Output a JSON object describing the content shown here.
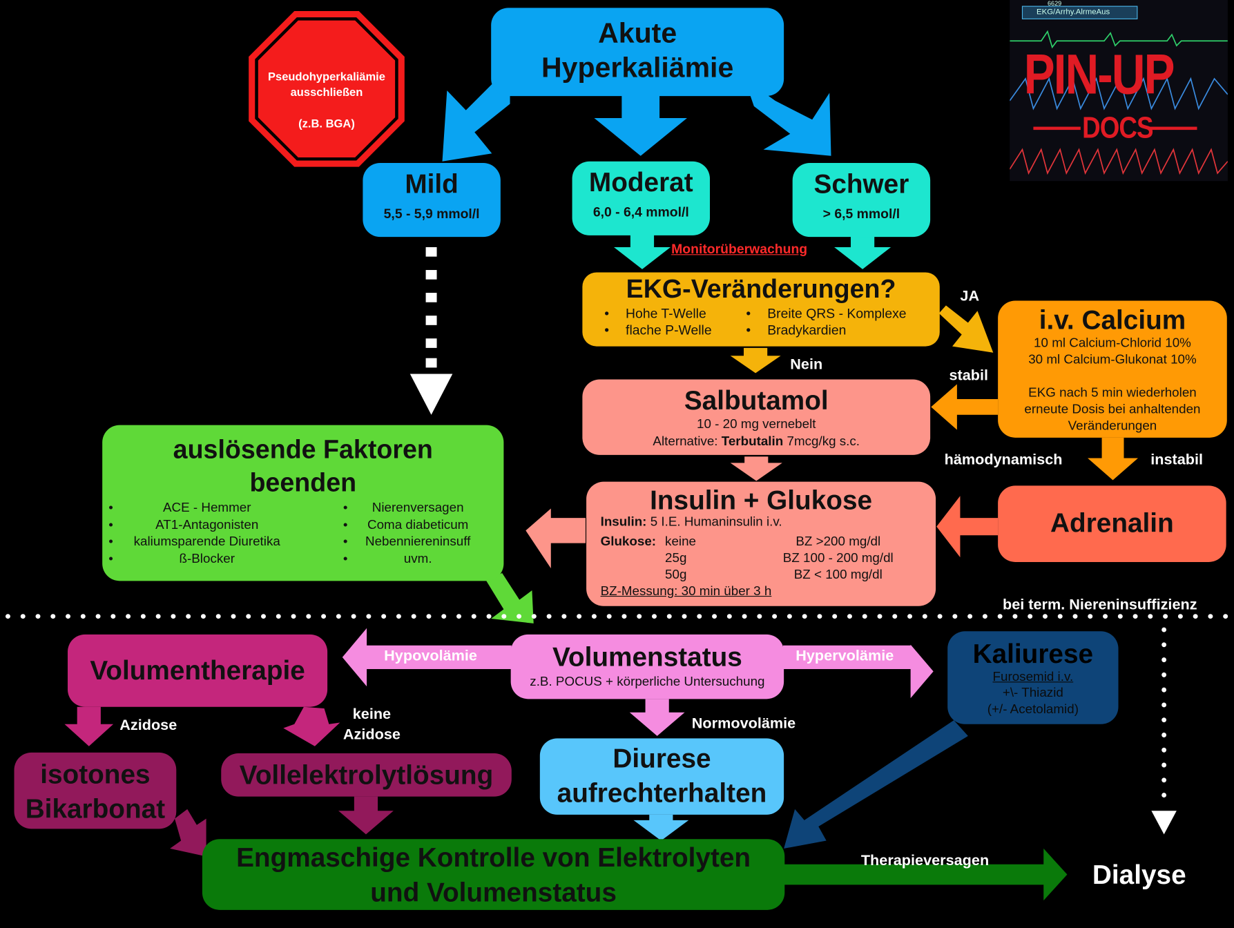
{
  "colors": {
    "blue": "#0aa4f2",
    "cyan": "#1de6cf",
    "orange_yellow": "#f5b30a",
    "orange": "#ff9a05",
    "salmon": "#fd958a",
    "red_orange": "#ff6a4e",
    "green": "#5fd938",
    "pink_light": "#f58ce0",
    "magenta": "#c4267c",
    "plum": "#92195b",
    "light_blue": "#58c6fb",
    "navy": "#0e4478",
    "dark_green": "#0a7a0a",
    "stop_red": "#f41c1c"
  },
  "stop_sign": {
    "line1": "Pseudohyperkaliämie",
    "line2": "ausschließen",
    "line3": "(z.B. BGA)"
  },
  "logo": {
    "monitor_label": "EKG/Arrhy.AlrmeAus",
    "monitor_value": "6629",
    "brand_top": "PIN-UP",
    "brand_bottom": "DOCS"
  },
  "top": {
    "line1": "Akute",
    "line2": "Hyperkaliämie"
  },
  "severity": [
    {
      "title": "Mild",
      "range": "5,5 - 5,9 mmol/l"
    },
    {
      "title": "Moderat",
      "range": "6,0 - 6,4 mmol/l"
    },
    {
      "title": "Schwer",
      "range": "> 6,5 mmol/l"
    }
  ],
  "monitoring": "Monitorüberwachung",
  "ekg": {
    "title": "EKG-Veränderungen?",
    "left": [
      "Hohe T-Welle",
      "flache P-Welle"
    ],
    "right": [
      "Breite QRS - Komplexe",
      "Bradykardien"
    ]
  },
  "labels": {
    "ja": "JA",
    "nein": "Nein",
    "stabil": "stabil",
    "haemodynamisch": "hämodynamisch",
    "instabil": "instabil",
    "term_niere": "bei term. Niereninsuffizienz",
    "hypovolaemie": "Hypovolämie",
    "hypervolaemie": "Hypervolämie",
    "normovolaemie": "Normovolämie",
    "azidose": "Azidose",
    "keine_azidose_1": "keine",
    "keine_azidose_2": "Azidose",
    "therapieversagen": "Therapieversagen",
    "dialyse": "Dialyse"
  },
  "calcium": {
    "title": "i.v. Calcium",
    "l1": "10 ml Calcium-Chlorid 10%",
    "l2": "30 ml Calcium-Glukonat 10%",
    "l3": "EKG nach 5 min wiederholen",
    "l4": "erneute Dosis bei anhaltenden",
    "l5": "Veränderungen"
  },
  "salbutamol": {
    "title": "Salbutamol",
    "l1": "10 - 20 mg vernebelt",
    "alt_prefix": "Alternative:",
    "alt_drug": "Terbutalin",
    "alt_dose": "7mcg/kg s.c."
  },
  "adrenalin": {
    "title": "Adrenalin"
  },
  "insulin": {
    "title": "Insulin + Glukose",
    "insulin_label": "Insulin:",
    "insulin_dose": "5 I.E. Humaninsulin i.v.",
    "glukose_label": "Glukose:",
    "rows": [
      {
        "dose": "keine",
        "bz": "BZ >200 mg/dl"
      },
      {
        "dose": "25g",
        "bz": "BZ 100 - 200 mg/dl"
      },
      {
        "dose": "50g",
        "bz": "BZ < 100 mg/dl"
      }
    ],
    "bz_messung": "BZ-Messung: 30 min über 3 h"
  },
  "faktoren": {
    "title1": "auslösende Faktoren",
    "title2": "beenden",
    "left": [
      "ACE - Hemmer",
      "AT1-Antagonisten",
      "kaliumsparende Diuretika",
      "ß-Blocker"
    ],
    "right": [
      "Nierenversagen",
      "Coma diabeticum",
      "Nebenniereninsuff",
      "uvm."
    ]
  },
  "volumenstatus": {
    "title": "Volumenstatus",
    "sub": "z.B. POCUS + körperliche Untersuchung"
  },
  "volumentherapie": {
    "title": "Volumentherapie"
  },
  "kaliurese": {
    "title": "Kaliurese",
    "l1": "Furosemid i.v.",
    "l2": "+\\- Thiazid",
    "l3": "(+/- Acetolamid)"
  },
  "isotones": {
    "line1": "isotones",
    "line2": "Bikarbonat"
  },
  "vollelektrolyt": {
    "title": "Vollelektrolytlösung"
  },
  "diurese": {
    "line1": "Diurese",
    "line2": "aufrechterhalten"
  },
  "kontrolle": {
    "line1": "Engmaschige Kontrolle von Elektrolyten",
    "line2": "und Volumenstatus"
  }
}
